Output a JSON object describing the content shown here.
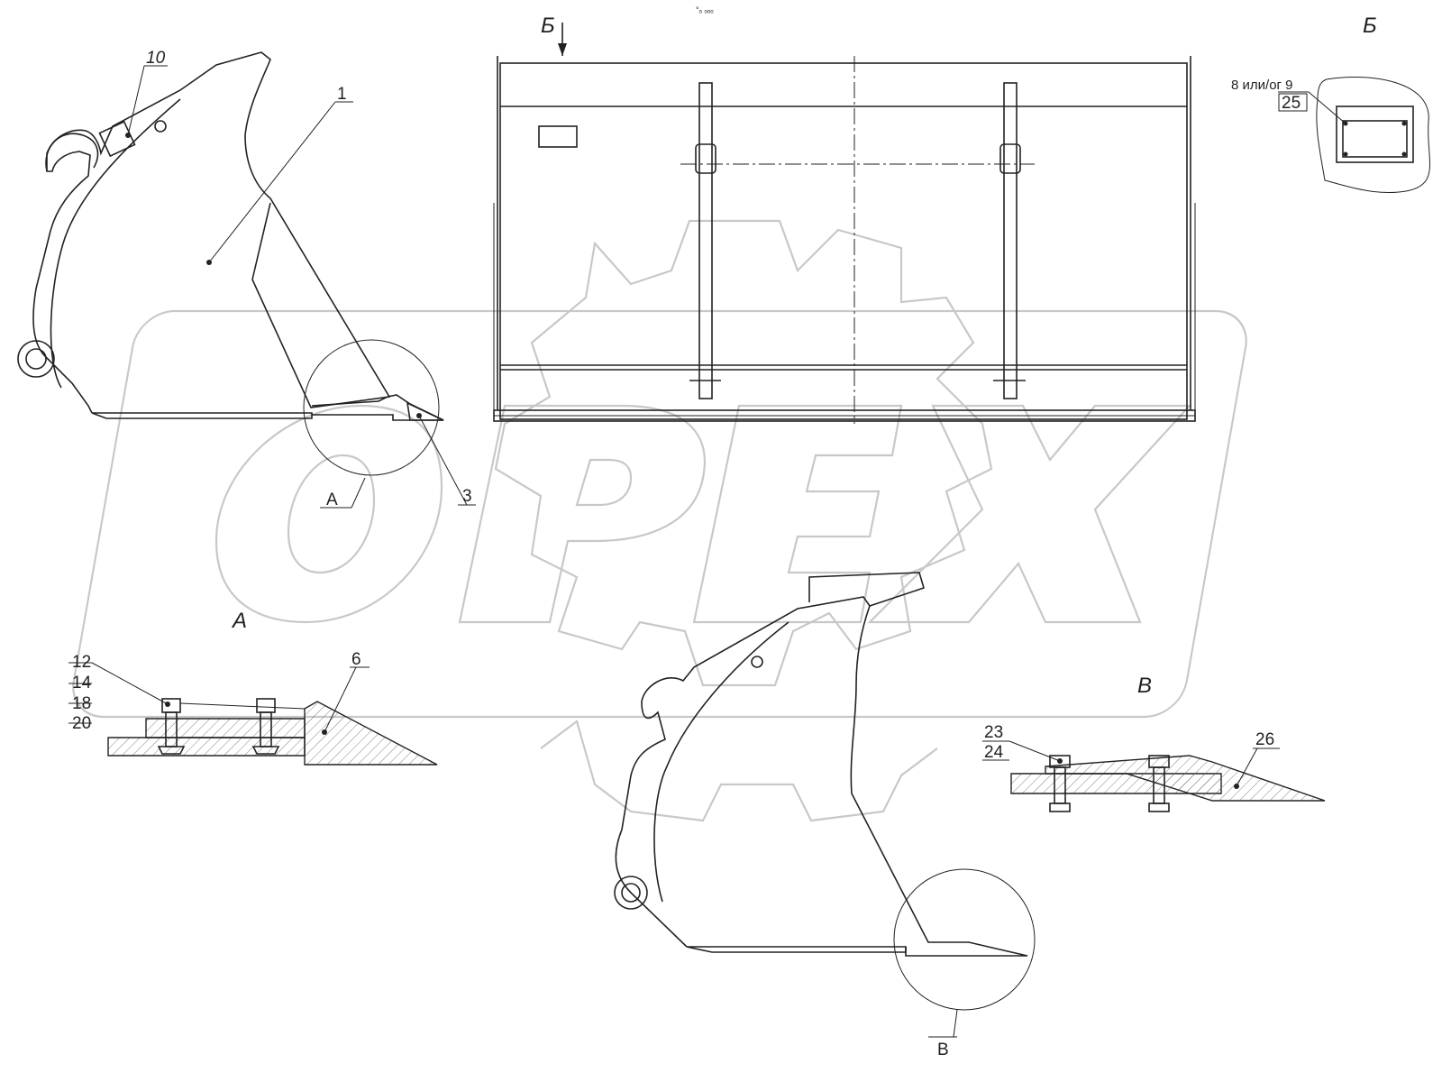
{
  "stamp": "°ₒ ₒₒₒ",
  "watermark": {
    "brand": "OPEX",
    "color": "#c8c8c8"
  },
  "views": {
    "b_arrow": "Б",
    "b_detail": "Б",
    "a_detail": "А",
    "v_detail": "В"
  },
  "callouts": {
    "c10": "10",
    "c1": "1",
    "c3": "3",
    "cA": "А",
    "c8or9": "8 или/ог 9",
    "c25": "25",
    "c12": "12",
    "c14": "14",
    "c18": "18",
    "c20": "20",
    "c6": "6",
    "c23": "23",
    "c24": "24",
    "c26": "26",
    "cV": "В"
  }
}
